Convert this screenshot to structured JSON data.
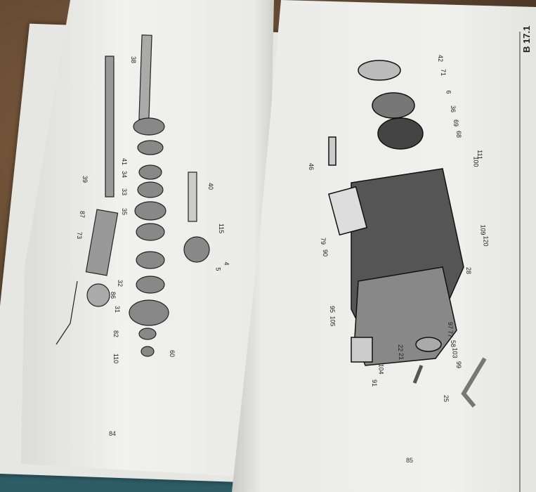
{
  "left_page": {
    "page_number": "84",
    "labels": [
      "40",
      "115",
      "4",
      "5",
      "60",
      "110",
      "82",
      "31",
      "32",
      "86",
      "35",
      "33",
      "34",
      "41",
      "39",
      "73",
      "87",
      "38"
    ]
  },
  "right_page": {
    "page_number": "85",
    "header": "B 17.1",
    "labels": [
      "42",
      "71",
      "6",
      "36",
      "69",
      "68",
      "46",
      "28",
      "25",
      "97",
      "77",
      "58",
      "103",
      "99",
      "104",
      "22",
      "21",
      "91",
      "105",
      "95",
      "90",
      "79",
      "120",
      "109",
      "100",
      "111"
    ]
  },
  "colors": {
    "background": "#5e4530",
    "paper": "#f0f0ed",
    "ink": "#222222",
    "cloth": "#2f5d66"
  }
}
